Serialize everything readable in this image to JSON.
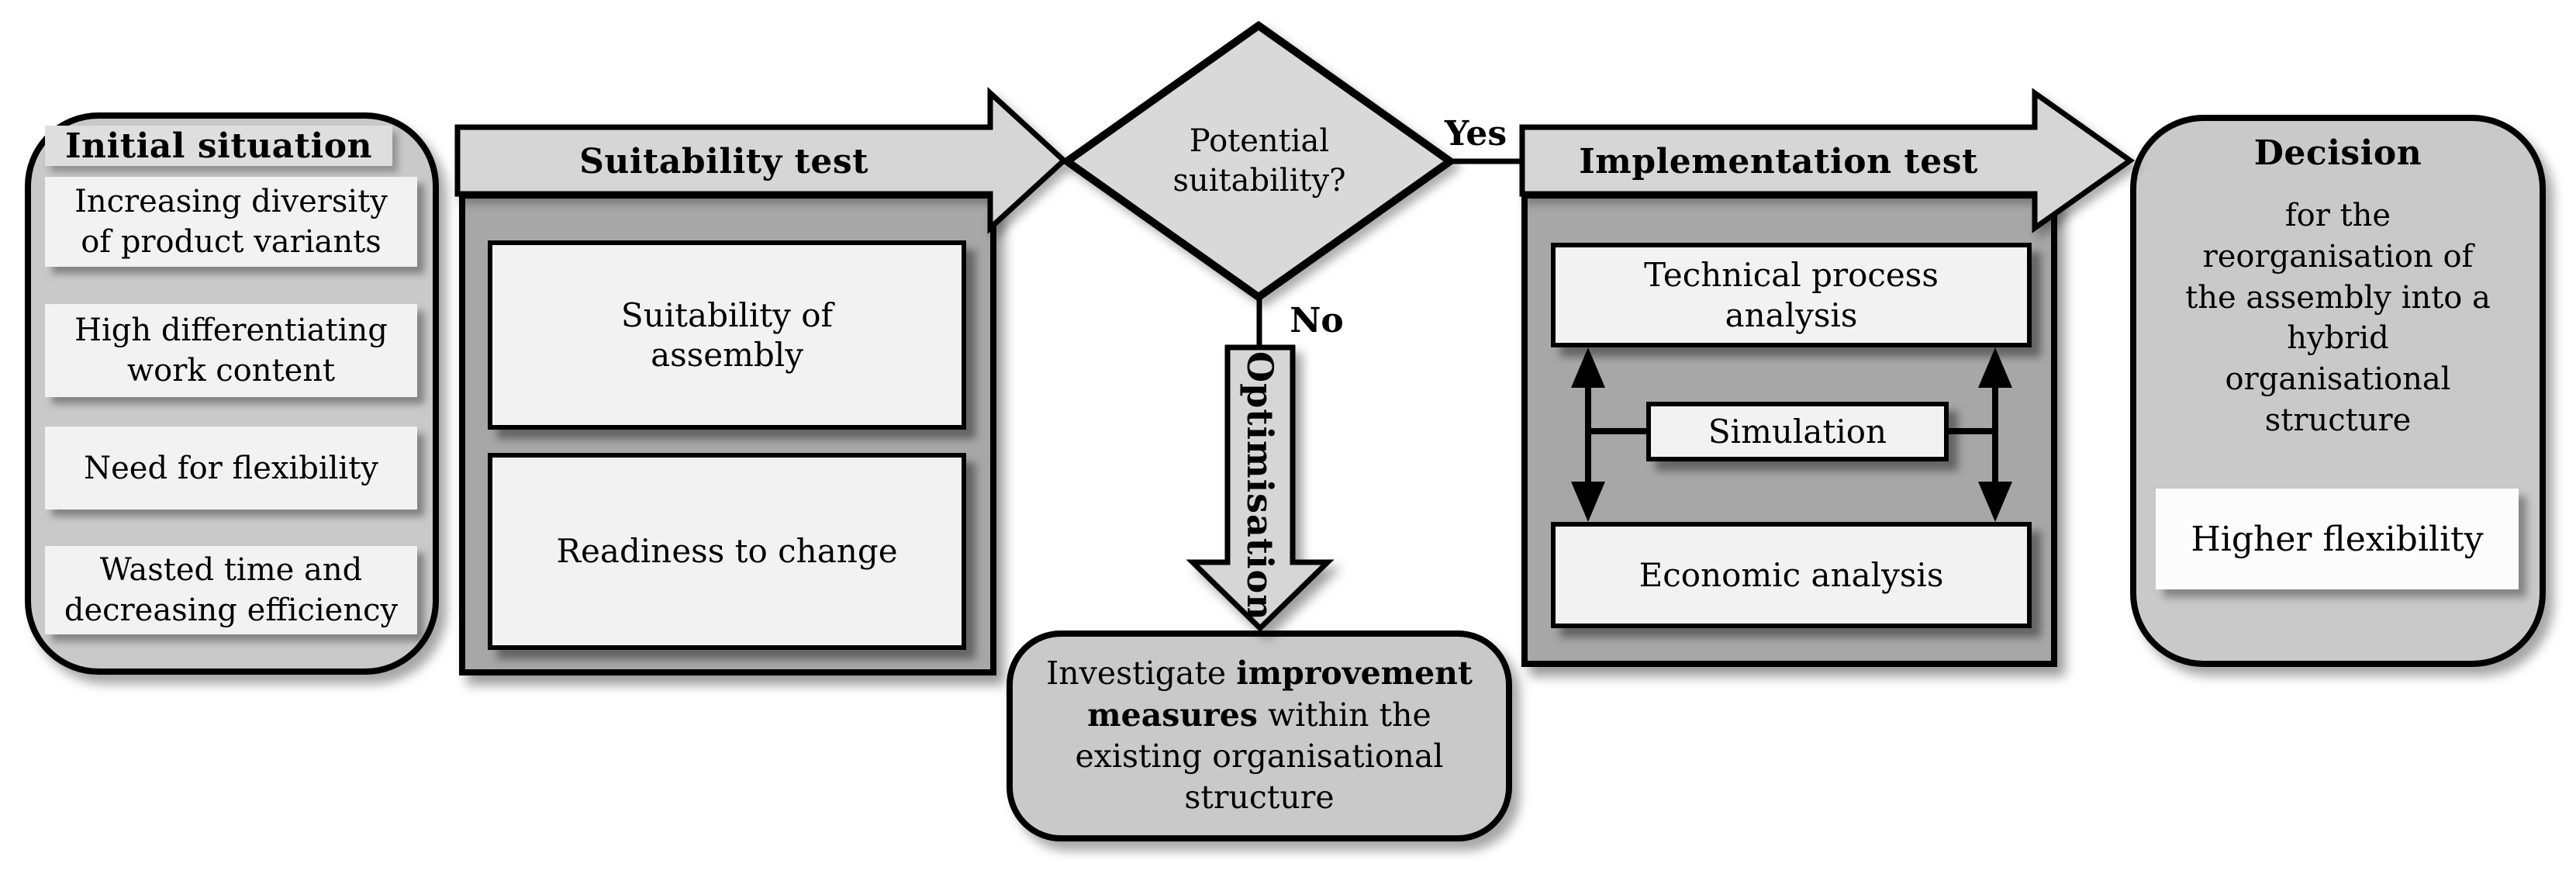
{
  "colors": {
    "page-bg": "#ffffff",
    "panel-fill": "#c9c9c9",
    "banner-fill": "#d6d6d6",
    "diamond-fill": "#d9d9d9",
    "container-fill": "#a7a7a7",
    "item-fill": "#f2f2f2",
    "highlight-fill": "#fcfcfc",
    "line-color": "#000000",
    "text-color": "#000000"
  },
  "initial_situation": {
    "title": "Initial situation",
    "items": [
      "Increasing diversity\nof product variants",
      "High differentiating\nwork content",
      "Need for flexibility",
      "Wasted time and\ndecreasing efficiency"
    ]
  },
  "suitability_test": {
    "banner_label": "Suitability test",
    "criteria": [
      "Suitability of\nassembly",
      "Readiness to change"
    ]
  },
  "gate": {
    "question": "Potential\nsuitability?",
    "yes_label": "Yes",
    "no_label": "No"
  },
  "implementation_test": {
    "banner_label": "Implementation test",
    "top_box": "Technical process\nanalysis",
    "middle_box": "Simulation",
    "bottom_box": "Economic analysis"
  },
  "decision": {
    "title": "Decision",
    "body": "for the\nreorganisation of\nthe assembly into a\nhybrid\norganisational\nstructure",
    "highlight": "Higher flexibility"
  },
  "optimisation": {
    "arrow_label": "Optimisation",
    "outcome_before": "Investigate ",
    "outcome_bold": "improvement measures",
    "outcome_after": " within the existing organisational structure"
  }
}
